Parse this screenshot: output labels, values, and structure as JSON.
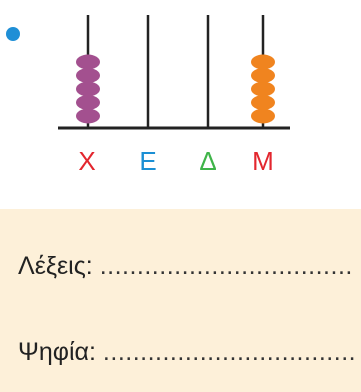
{
  "abacus": {
    "columns": [
      {
        "label": "Χ",
        "beads": 5,
        "label_color": "#e3262e",
        "bead_color": "#a3508f"
      },
      {
        "label": "Ε",
        "beads": 0,
        "label_color": "#1b8fd4",
        "bead_color": null
      },
      {
        "label": "Δ",
        "beads": 0,
        "label_color": "#3fb449",
        "bead_color": null
      },
      {
        "label": "Μ",
        "beads": 5,
        "label_color": "#e3262e",
        "bead_color": "#f0841f"
      }
    ]
  },
  "answers": {
    "words_label": "Λέξεις:",
    "words_blank": "..................................",
    "digits_label": "Ψηφία:",
    "digits_blank": ".................................."
  },
  "colors": {
    "bullet": "#1f8fd6",
    "answer_background": "#fdf0d9",
    "rod": "#222222"
  }
}
